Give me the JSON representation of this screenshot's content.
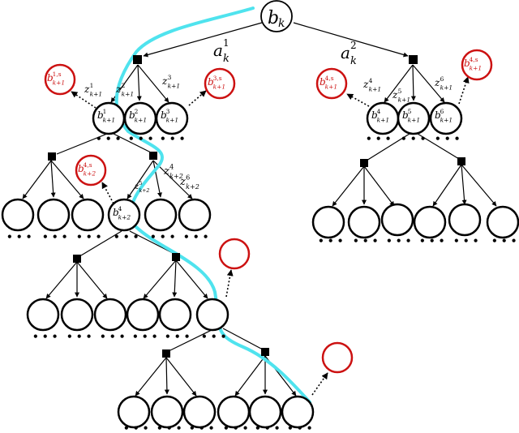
{
  "root_label": "b_k",
  "action_labels": {
    "left": "a¹ₖ",
    "right": "a²ₖ"
  },
  "colors": {
    "belief_red": "#cc1111",
    "path": "#4fe3ee",
    "line": "#000000"
  },
  "icons": {
    "action_node": "black-square",
    "belief_node": "circle",
    "sampled_node": "red-circle"
  },
  "level1": {
    "nodes": [
      {
        "b": "b",
        "sup": "1",
        "sub": "k+1"
      },
      {
        "b": "b",
        "sup": "2",
        "sub": "k+1"
      },
      {
        "b": "b",
        "sup": "3",
        "sub": "k+1"
      },
      {
        "b": "b",
        "sup": "4",
        "sub": "k+1"
      },
      {
        "b": "b",
        "sup": "5",
        "sub": "k+1"
      },
      {
        "b": "b",
        "sup": "6",
        "sub": "k+1"
      }
    ],
    "observations": [
      {
        "z": "z",
        "sup": "1",
        "sub": "k+1"
      },
      {
        "z": "z",
        "sup": "2",
        "sub": "k+1"
      },
      {
        "z": "z",
        "sup": "3",
        "sub": "k+1"
      },
      {
        "z": "z",
        "sup": "4",
        "sub": "k+1"
      },
      {
        "z": "z",
        "sup": "5",
        "sub": "k+1"
      },
      {
        "z": "z",
        "sup": "6",
        "sub": "k+1"
      }
    ],
    "sampled": [
      {
        "b": "b",
        "sup": "1,s",
        "sub": "k+1"
      },
      {
        "b": "b",
        "sup": "3,s",
        "sub": "k+1"
      },
      {
        "b": "b",
        "sup": "4,s",
        "sub": "k+1"
      },
      {
        "b": "b",
        "sup": "4,s",
        "sub": "k+1"
      }
    ]
  },
  "level2": {
    "node": {
      "b": "b",
      "sup": "4",
      "sub": "k+2"
    },
    "observations": [
      {
        "z": "z",
        "sup": "4",
        "sub": "k+2"
      },
      {
        "z": "z",
        "sup": "5",
        "sub": "k+2"
      },
      {
        "z": "z",
        "sup": "6",
        "sub": "k+2"
      }
    ],
    "sampled": {
      "b": "b",
      "sup": "4,s",
      "sub": "k+2"
    }
  },
  "ellipsis": "• • •"
}
